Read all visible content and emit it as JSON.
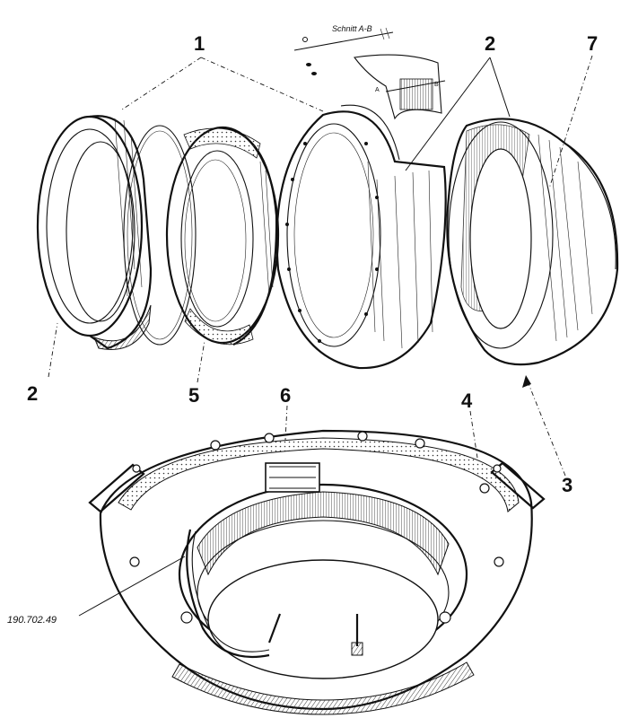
{
  "section_label": "Schnitt A-B",
  "section_marker_a": "A",
  "section_marker_b": "B",
  "callouts": {
    "c1": "1",
    "c2_top": "2",
    "c7": "7",
    "c2_left": "2",
    "c5": "5",
    "c6": "6",
    "c4": "4",
    "c3": "3"
  },
  "figure_code": "190.702.49"
}
